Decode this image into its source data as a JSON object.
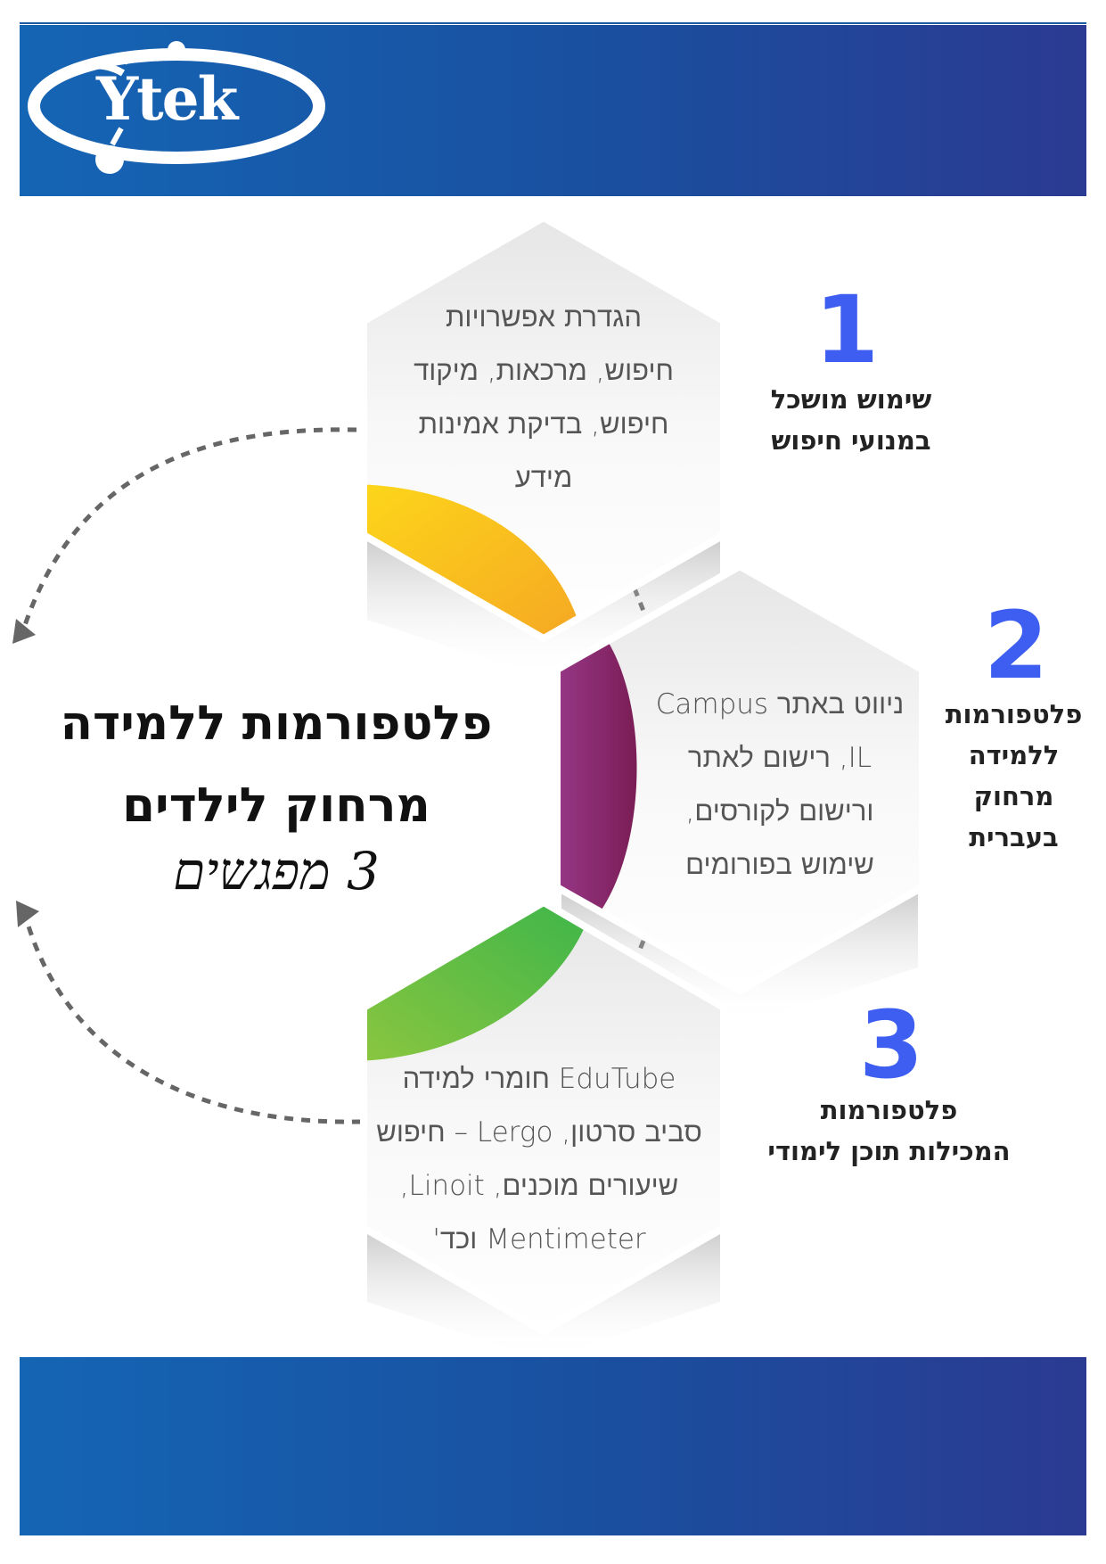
{
  "header": {
    "logo_text": "Ytek",
    "colors": {
      "banner_start": "#1565b5",
      "banner_end": "#2b3a92"
    }
  },
  "main": {
    "title_lines": [
      "פלטפורמות ללמידה",
      "מרחוק לילדים"
    ],
    "subtitle": "3 מפגשים"
  },
  "hexagons": [
    {
      "accent_color": "#f7b71c",
      "text_lines": [
        "הגדרת אפשרויות",
        "חיפוש, מרכאות, מיקוד",
        "חיפוש, בדיקת אמינות",
        "מידע"
      ]
    },
    {
      "accent_color": "#8a2a6e",
      "text_lines": [
        "ניווט באתר Campus",
        "IL, רישום לאתר",
        "ורישום לקורסים,",
        "שימוש בפורומים"
      ]
    },
    {
      "accent_color": "#4cb848",
      "text_lines": [
        "EduTube חומרי למידה",
        "סביב סרטון, Lergo – חיפוש",
        "שיעורים מוכנים, Linoit,",
        "Mentimeter וכד'"
      ]
    }
  ],
  "steps": [
    {
      "number": "1",
      "label_lines": [
        "שימוש מושכל",
        "במנועי חיפוש"
      ]
    },
    {
      "number": "2",
      "label_lines": [
        "פלטפורמות",
        "ללמידה",
        "מרחוק",
        "בעברית"
      ]
    },
    {
      "number": "3",
      "label_lines": [
        "פלטפורמות",
        "המכילות תוכן לימודי"
      ]
    }
  ],
  "accent_number_color": "#3d5ef0"
}
